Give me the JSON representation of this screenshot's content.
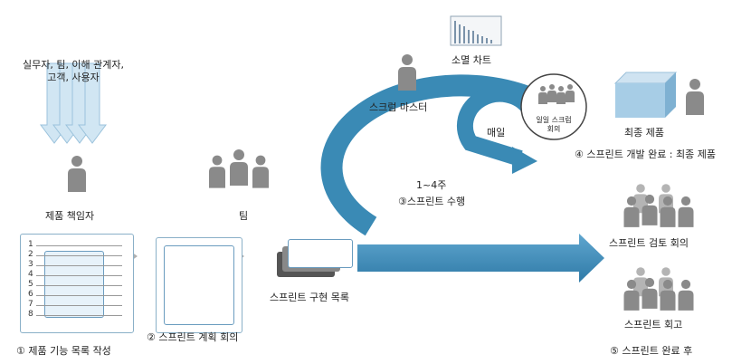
{
  "stakeholders": "실무자, 팀, 이해 관계자,\n고객, 사용자",
  "product_owner": "제품 책임자",
  "team": "팀",
  "scrum_master": "스크럼 마스터",
  "burndown": "소멸 차트",
  "daily_meeting": "일일 스크럼\n회의",
  "daily": "매일",
  "cycle_weeks": "1~4주",
  "sprint_execution": "③스프린트 수행",
  "final_product": "최종 제품",
  "step4": "④ 스프린트 개발 완료 : 최종 제품",
  "sprint_review": "스프린트 검토 회의",
  "sprint_retro": "스프린트 회고",
  "step5": "⑤ 스프린트 완료 후",
  "step1": "① 제품 기능 목록 작성",
  "step2": "② 스프린트 계획 회의",
  "sprint_backlog": "스프린트 구현 목록",
  "backlog_numbers": [
    "1",
    "2",
    "3",
    "4",
    "5",
    "6",
    "7",
    "8"
  ],
  "colors": {
    "accent": "#3a8ab5",
    "person": "#8a8a8a",
    "person_light": "#b4b4b4"
  }
}
